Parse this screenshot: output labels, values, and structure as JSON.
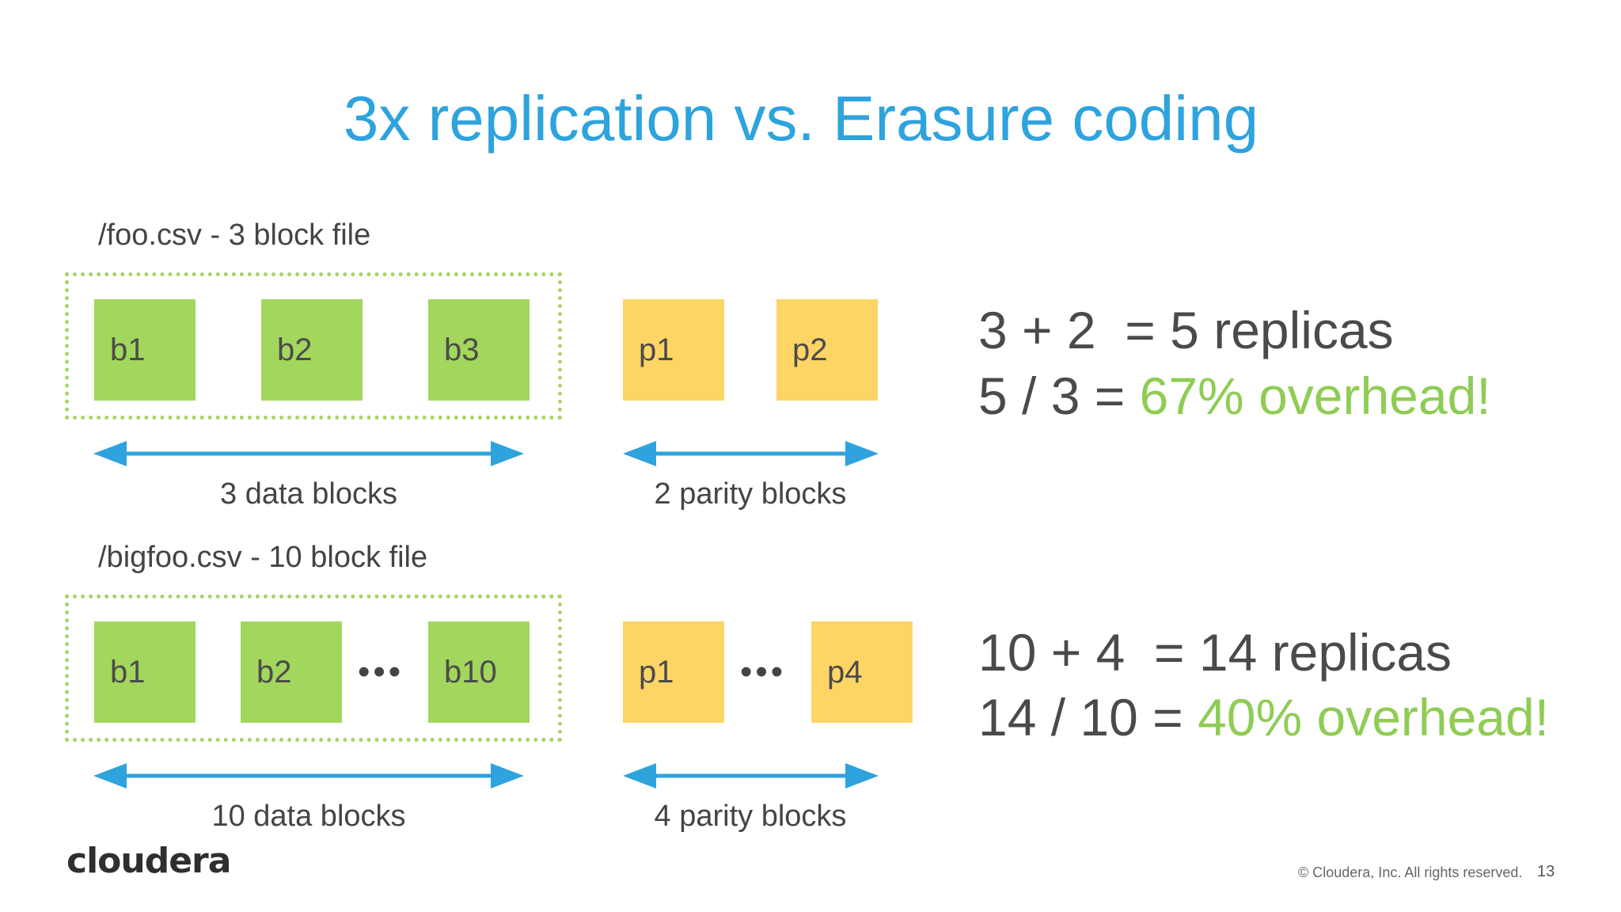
{
  "title": "3x replication vs. Erasure coding",
  "rows": [
    {
      "file_label": "/foo.csv - 3 block file",
      "data_blocks": [
        "b1",
        "b2",
        "b3"
      ],
      "parity_blocks": [
        "p1",
        "p2"
      ],
      "data_span_label": "3 data blocks",
      "parity_span_label": "2 parity blocks",
      "equation_line1": "3 + 2  = 5 replicas",
      "equation_line2_prefix": "5 / 3 = ",
      "equation_line2_highlight": "67% overhead!"
    },
    {
      "file_label": "/bigfoo.csv - 10 block file",
      "data_blocks": [
        "b1",
        "b2",
        "b10"
      ],
      "parity_blocks": [
        "p1",
        "p4"
      ],
      "ellipsis": "•••",
      "data_span_label": "10 data blocks",
      "parity_span_label": "4 parity blocks",
      "equation_line1": "10 + 4  = 14 replicas",
      "equation_line2_prefix": "14 / 10 = ",
      "equation_line2_highlight": "40% overhead!"
    }
  ],
  "footer": {
    "logo": "cloudera",
    "copyright": "© Cloudera, Inc. All rights reserved.",
    "page_number": "13"
  },
  "colors": {
    "title": "#2ea3dd",
    "data_block": "#a3d65c",
    "parity_block": "#fdd565",
    "arrow": "#2ea3dd",
    "highlight": "#8fcc55"
  }
}
